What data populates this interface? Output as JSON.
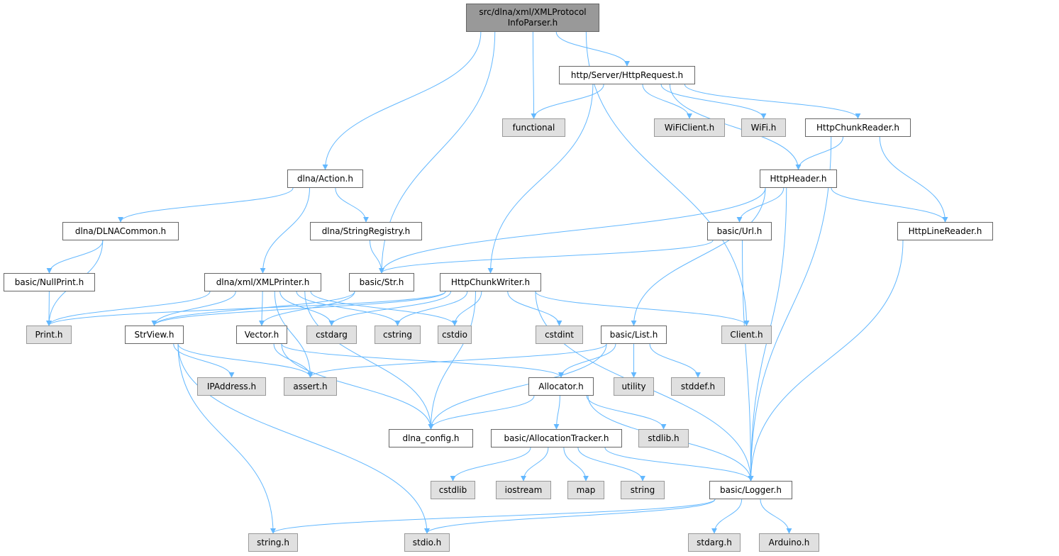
{
  "graph_type": "include dependency graph",
  "colors": {
    "edge": "#63b8ff",
    "root_fill": "#999999",
    "external_fill": "#e0e0e0",
    "internal_fill": "#ffffff"
  },
  "nodes": {
    "root": {
      "label": "src/dlna/xml/XMLProtocol\nInfoParser.h",
      "kind": "root"
    },
    "HttpRequest": {
      "label": "http/Server/HttpRequest.h",
      "kind": "internal"
    },
    "functional": {
      "label": "functional",
      "kind": "external"
    },
    "WiFiClient": {
      "label": "WiFiClient.h",
      "kind": "external"
    },
    "WiFi": {
      "label": "WiFi.h",
      "kind": "external"
    },
    "HttpChunkReader": {
      "label": "HttpChunkReader.h",
      "kind": "internal"
    },
    "Action": {
      "label": "dlna/Action.h",
      "kind": "internal"
    },
    "HttpHeader": {
      "label": "HttpHeader.h",
      "kind": "internal"
    },
    "DLNACommon": {
      "label": "dlna/DLNACommon.h",
      "kind": "internal"
    },
    "StringRegistry": {
      "label": "dlna/StringRegistry.h",
      "kind": "internal"
    },
    "Url": {
      "label": "basic/Url.h",
      "kind": "internal"
    },
    "HttpLineReader": {
      "label": "HttpLineReader.h",
      "kind": "internal"
    },
    "NullPrint": {
      "label": "basic/NullPrint.h",
      "kind": "internal"
    },
    "XMLPrinter": {
      "label": "dlna/xml/XMLPrinter.h",
      "kind": "internal"
    },
    "Str": {
      "label": "basic/Str.h",
      "kind": "internal"
    },
    "HttpChunkWriter": {
      "label": "HttpChunkWriter.h",
      "kind": "internal"
    },
    "Print": {
      "label": "Print.h",
      "kind": "external"
    },
    "StrView": {
      "label": "StrView.h",
      "kind": "internal"
    },
    "Vector": {
      "label": "Vector.h",
      "kind": "internal"
    },
    "cstdarg": {
      "label": "cstdarg",
      "kind": "external"
    },
    "cstring": {
      "label": "cstring",
      "kind": "external"
    },
    "cstdio": {
      "label": "cstdio",
      "kind": "external"
    },
    "cstdint": {
      "label": "cstdint",
      "kind": "external"
    },
    "List": {
      "label": "basic/List.h",
      "kind": "internal"
    },
    "Client": {
      "label": "Client.h",
      "kind": "external"
    },
    "IPAddress": {
      "label": "IPAddress.h",
      "kind": "external"
    },
    "assert": {
      "label": "assert.h",
      "kind": "external"
    },
    "Allocator": {
      "label": "Allocator.h",
      "kind": "internal"
    },
    "utility": {
      "label": "utility",
      "kind": "external"
    },
    "stddef": {
      "label": "stddef.h",
      "kind": "external"
    },
    "dlna_config": {
      "label": "dlna_config.h",
      "kind": "internal"
    },
    "AllocationTracker": {
      "label": "basic/AllocationTracker.h",
      "kind": "internal"
    },
    "stdlib": {
      "label": "stdlib.h",
      "kind": "external"
    },
    "cstdlib": {
      "label": "cstdlib",
      "kind": "external"
    },
    "iostream": {
      "label": "iostream",
      "kind": "external"
    },
    "map": {
      "label": "map",
      "kind": "external"
    },
    "string": {
      "label": "string",
      "kind": "external"
    },
    "Logger": {
      "label": "basic/Logger.h",
      "kind": "internal"
    },
    "stringh": {
      "label": "string.h",
      "kind": "external"
    },
    "stdioh": {
      "label": "stdio.h",
      "kind": "external"
    },
    "stdarg": {
      "label": "stdarg.h",
      "kind": "external"
    },
    "Arduino": {
      "label": "Arduino.h",
      "kind": "external"
    }
  },
  "edges": [
    [
      "root",
      "Action"
    ],
    [
      "root",
      "Str"
    ],
    [
      "root",
      "functional"
    ],
    [
      "root",
      "HttpRequest"
    ],
    [
      "root",
      "Client"
    ],
    [
      "HttpRequest",
      "functional"
    ],
    [
      "HttpRequest",
      "HttpChunkWriter"
    ],
    [
      "HttpRequest",
      "HttpHeader"
    ],
    [
      "HttpRequest",
      "WiFiClient"
    ],
    [
      "HttpRequest",
      "WiFi"
    ],
    [
      "HttpRequest",
      "HttpChunkReader"
    ],
    [
      "HttpChunkReader",
      "HttpHeader"
    ],
    [
      "HttpChunkReader",
      "Logger"
    ],
    [
      "HttpChunkReader",
      "HttpLineReader"
    ],
    [
      "Action",
      "DLNACommon"
    ],
    [
      "Action",
      "XMLPrinter"
    ],
    [
      "Action",
      "StringRegistry"
    ],
    [
      "HttpHeader",
      "Str"
    ],
    [
      "HttpHeader",
      "Url"
    ],
    [
      "HttpHeader",
      "List"
    ],
    [
      "HttpHeader",
      "Logger"
    ],
    [
      "HttpHeader",
      "HttpLineReader"
    ],
    [
      "DLNACommon",
      "NullPrint"
    ],
    [
      "DLNACommon",
      "Print"
    ],
    [
      "StringRegistry",
      "Str"
    ],
    [
      "Url",
      "Str"
    ],
    [
      "Url",
      "Logger"
    ],
    [
      "HttpLineReader",
      "Logger"
    ],
    [
      "NullPrint",
      "Print"
    ],
    [
      "XMLPrinter",
      "dlna_config"
    ],
    [
      "XMLPrinter",
      "Print"
    ],
    [
      "XMLPrinter",
      "StrView"
    ],
    [
      "XMLPrinter",
      "assert"
    ],
    [
      "XMLPrinter",
      "Vector"
    ],
    [
      "XMLPrinter",
      "cstdarg"
    ],
    [
      "XMLPrinter",
      "cstring"
    ],
    [
      "XMLPrinter",
      "cstdio"
    ],
    [
      "Str",
      "StrView"
    ],
    [
      "Str",
      "Vector"
    ],
    [
      "HttpChunkWriter",
      "Print"
    ],
    [
      "HttpChunkWriter",
      "StrView"
    ],
    [
      "HttpChunkWriter",
      "cstdarg"
    ],
    [
      "HttpChunkWriter",
      "cstring"
    ],
    [
      "HttpChunkWriter",
      "cstdio"
    ],
    [
      "HttpChunkWriter",
      "dlna_config"
    ],
    [
      "HttpChunkWriter",
      "cstdint"
    ],
    [
      "HttpChunkWriter",
      "Client"
    ],
    [
      "HttpChunkWriter",
      "Logger"
    ],
    [
      "StrView",
      "IPAddress"
    ],
    [
      "StrView",
      "assert"
    ],
    [
      "StrView",
      "stringh"
    ],
    [
      "StrView",
      "stdioh"
    ],
    [
      "Vector",
      "assert"
    ],
    [
      "Vector",
      "dlna_config"
    ],
    [
      "Vector",
      "Allocator"
    ],
    [
      "List",
      "assert"
    ],
    [
      "List",
      "dlna_config"
    ],
    [
      "List",
      "Allocator"
    ],
    [
      "List",
      "utility"
    ],
    [
      "List",
      "stddef"
    ],
    [
      "Allocator",
      "dlna_config"
    ],
    [
      "Allocator",
      "AllocationTracker"
    ],
    [
      "Allocator",
      "stdlib"
    ],
    [
      "Allocator",
      "Logger"
    ],
    [
      "AllocationTracker",
      "cstdlib"
    ],
    [
      "AllocationTracker",
      "iostream"
    ],
    [
      "AllocationTracker",
      "map"
    ],
    [
      "AllocationTracker",
      "string"
    ],
    [
      "AllocationTracker",
      "Logger"
    ],
    [
      "Logger",
      "stringh"
    ],
    [
      "Logger",
      "stdioh"
    ],
    [
      "Logger",
      "stdarg"
    ],
    [
      "Logger",
      "Arduino"
    ]
  ]
}
